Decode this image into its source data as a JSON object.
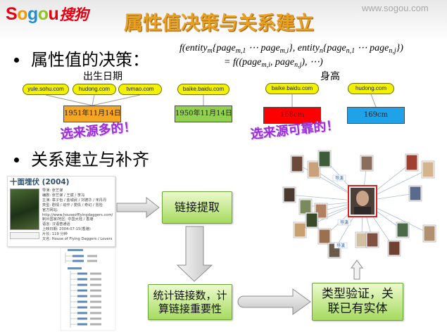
{
  "header": {
    "logo_letters": [
      "S",
      "o",
      "g",
      "o",
      "u"
    ],
    "logo_cn": "搜狗",
    "url": "www.sogou.com"
  },
  "colors": {
    "title": "#E8A020",
    "note": "#9B2FD6",
    "pill": "#F2F200",
    "logo": [
      "#E60012",
      "#F39800",
      "#1D8FD6",
      "#8FC31F",
      "#E60012"
    ],
    "logo_cn": "#E60012",
    "center_photo_frame": "#E02020"
  },
  "title": "属性值决策与关系建立",
  "bullets": [
    "属性值的决策：",
    "关系建立与补齐"
  ],
  "formula": {
    "line1": [
      {
        "t": "f(entity",
        "s": "m"
      },
      {
        "t": "{page",
        "s": "m,1"
      },
      {
        "t": " ⋯ page",
        "s": "m,i"
      },
      {
        "t": "}, entity",
        "s": "n"
      },
      {
        "t": "{page",
        "s": "n,1"
      },
      {
        "t": " ⋯ page",
        "s": "n,j"
      },
      {
        "t": "})",
        "s": ""
      }
    ],
    "line2": [
      {
        "t": "= f((page",
        "s": "m,i"
      },
      {
        "t": ", page",
        "s": "n,j"
      },
      {
        "t": "), ⋯)",
        "s": ""
      }
    ]
  },
  "decisions": [
    {
      "label": "出生日期",
      "candidates": [
        {
          "sources": [
            "yule.sohu.com",
            "hudong.com",
            "tvmao.com"
          ],
          "value": "1951年11月14日",
          "color": "#F5A623"
        },
        {
          "sources": [
            "baike.baidu.com"
          ],
          "value": "1950年11月14日",
          "color": "#92D050"
        }
      ],
      "note": "选来源多的！"
    },
    {
      "label": "身高",
      "candidates": [
        {
          "sources": [
            "baike.baidu.com"
          ],
          "value": "168cm",
          "color": "#FF0000"
        },
        {
          "sources": [
            "hudong.com"
          ],
          "value": "169cm",
          "color": "#1FA2E8"
        }
      ],
      "note": "选来源可靠的！"
    }
  ],
  "movie_card": {
    "title": "十面埋伏 (2004)",
    "info": [
      "导演: 张艺谋",
      "编剧: 张艺谋 / 王斌 / 李冯",
      "主演: 章子怡 / 金城武 / 刘德华 / 宋丹丹",
      "类型: 剧情 / 动作 / 爱情 / 奇幻 / 冒险",
      "官方网站: http://www.houseofflyingdaggers.com/",
      "制片国家/地区: 中国大陆 / 香港",
      "语言: 汉语普通话",
      "上映日期: 2004-07-15(香港)",
      "片长: 119 分钟",
      "又名: House of Flying Daggers / Lovers"
    ]
  },
  "flow": {
    "extract": [
      "链接提取"
    ],
    "rank": [
      "统计链接数，计",
      "算链接重要性"
    ],
    "verify": [
      "类型验证，关",
      "联已有实体"
    ]
  },
  "graph": {
    "edge_labels": [
      "导演",
      "导演",
      "导演"
    ]
  }
}
